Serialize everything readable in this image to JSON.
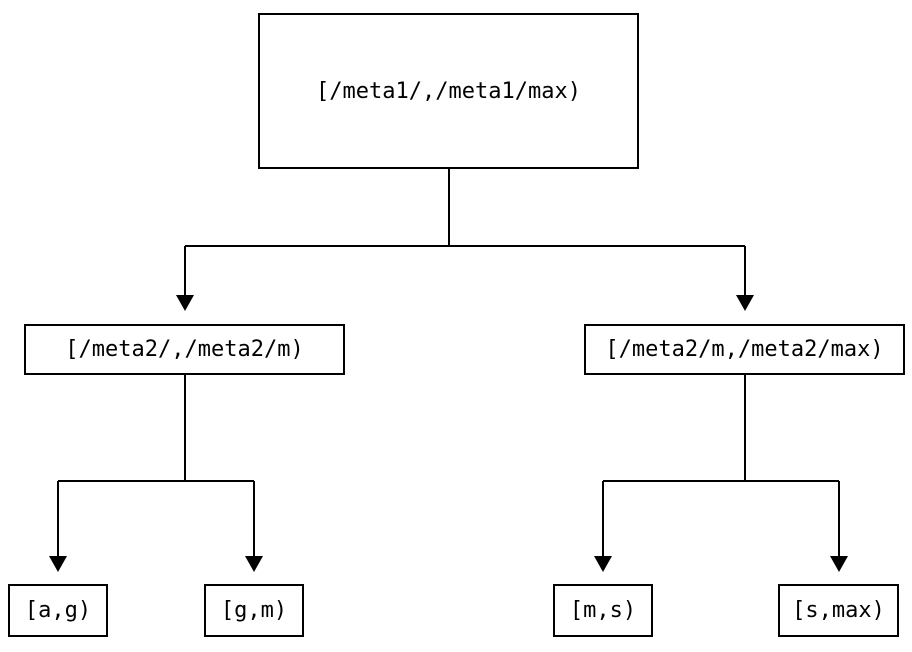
{
  "diagram": {
    "type": "tree",
    "colors": {
      "line": "#000000",
      "box_border": "#000000",
      "text": "#000000",
      "background": "#ffffff"
    },
    "tree": {
      "root": {
        "label": "[/meta1/,/meta1/max)",
        "children": [
          {
            "label": "[/meta2/,/meta2/m)",
            "children": [
              {
                "label": "[a,g)"
              },
              {
                "label": "[g,m)"
              }
            ]
          },
          {
            "label": "[/meta2/m,/meta2/max)",
            "children": [
              {
                "label": "[m,s)"
              },
              {
                "label": "[s,max)"
              }
            ]
          }
        ]
      }
    }
  }
}
